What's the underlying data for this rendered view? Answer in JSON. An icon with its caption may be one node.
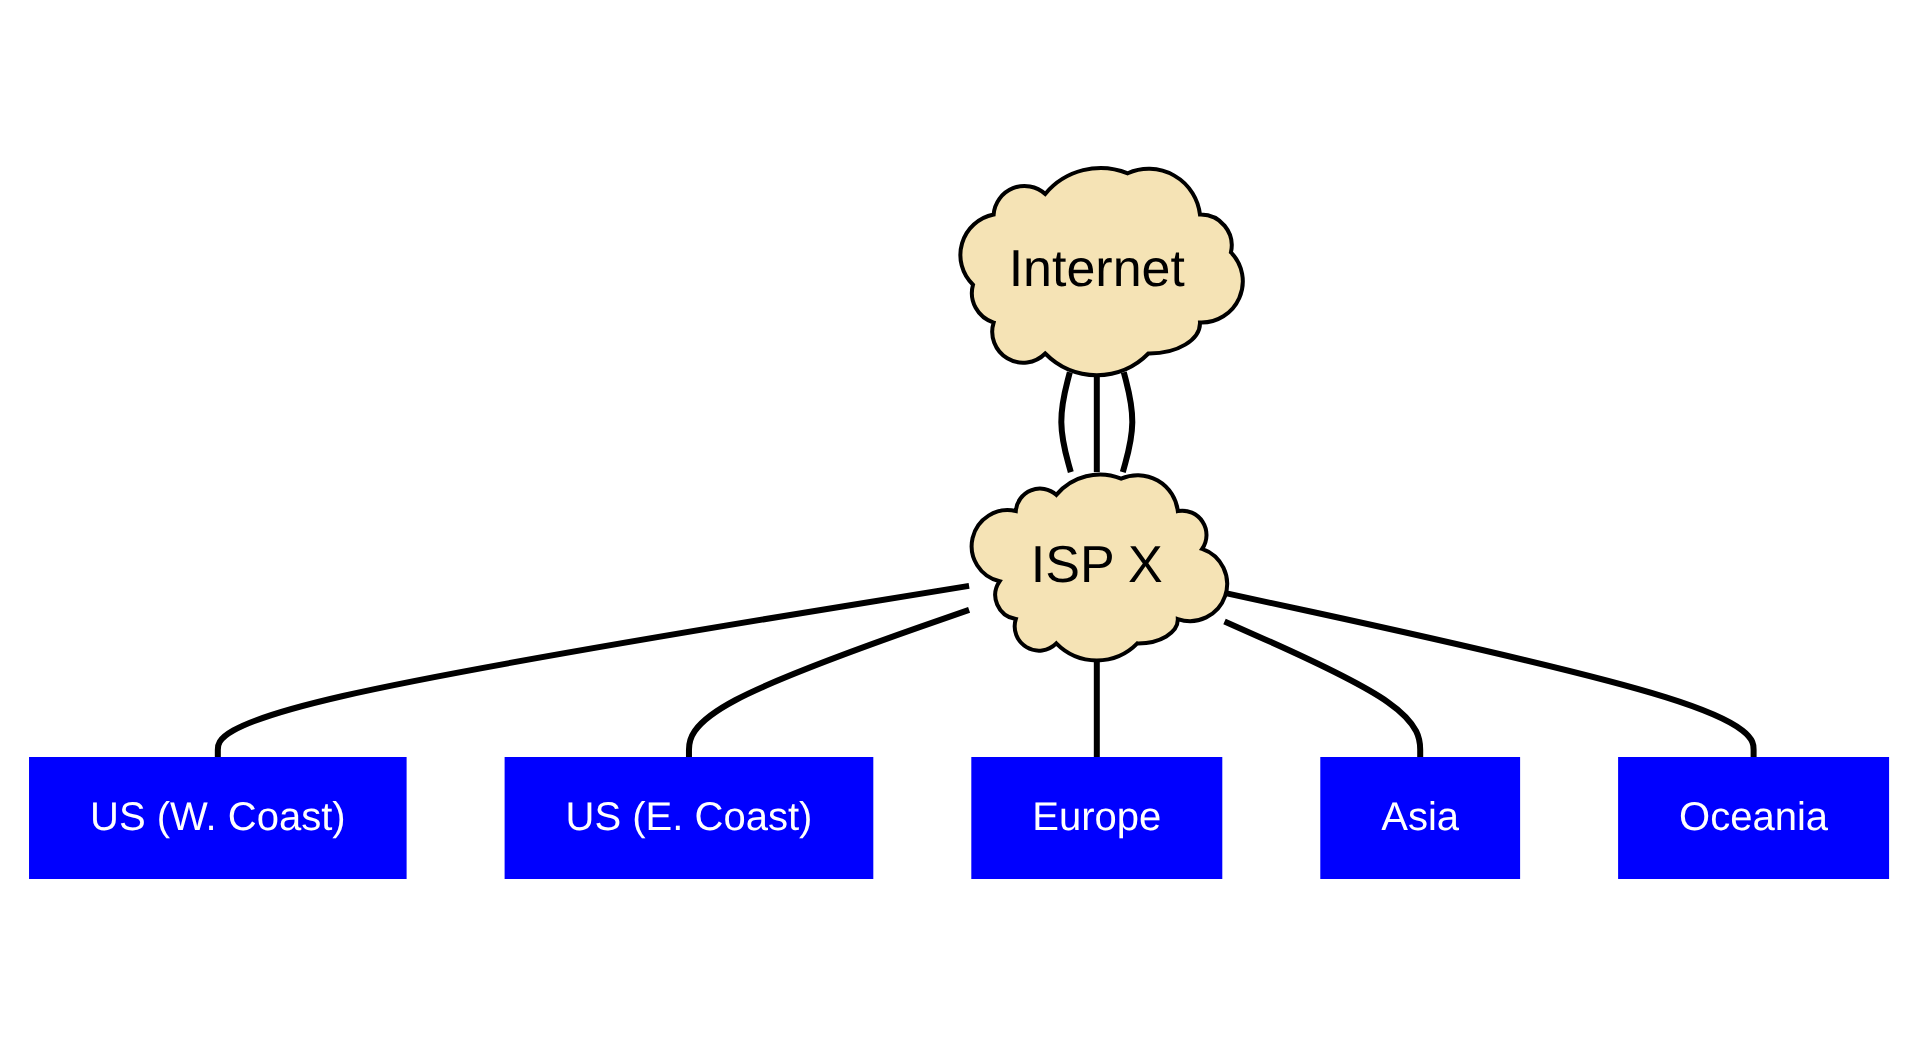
{
  "diagram": {
    "nodes": [
      {
        "text": [
          "Internet"
        ]
      },
      {
        "text": [
          "ISP X"
        ]
      },
      {
        "text": [
          "US (W. Coast)"
        ]
      },
      {
        "text": [
          "US (E. Coast)"
        ]
      },
      {
        "text": [
          "Europe"
        ]
      },
      {
        "text": [
          "Asia"
        ]
      },
      {
        "text": [
          "Oceania"
        ]
      }
    ],
    "edges": [
      {
        "from": 0,
        "to": 1,
        "arrow": "none"
      },
      {
        "from": 0,
        "to": 1,
        "arrow": "none"
      },
      {
        "from": 0,
        "to": 1,
        "arrow": "none"
      },
      {
        "from": 1,
        "to": 2,
        "arrow": "none"
      },
      {
        "from": 1,
        "to": 3,
        "arrow": "none"
      },
      {
        "from": 1,
        "to": 4,
        "arrow": "none"
      },
      {
        "from": 1,
        "to": 5,
        "arrow": "none"
      },
      {
        "from": 1,
        "to": 6,
        "arrow": "none"
      }
    ]
  }
}
